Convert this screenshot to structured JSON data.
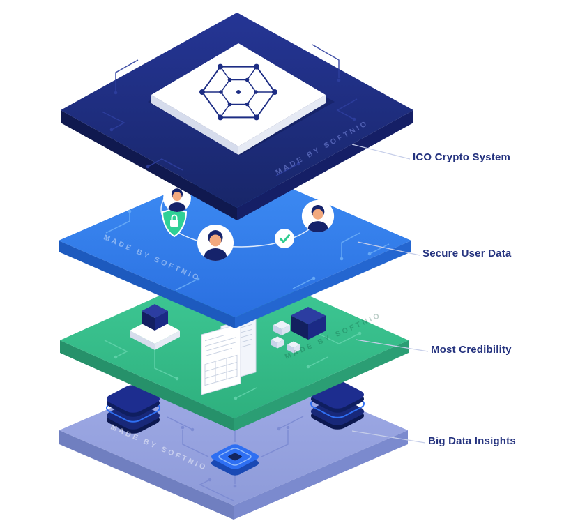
{
  "page": {
    "background": "#ffffff"
  },
  "illustration": {
    "label_color": "#25337f",
    "layers": [
      {
        "id": "ico-crypto-system",
        "label": "ICO Crypto System",
        "watermark": "MADE BY SOFTNIO",
        "color": "#1d2b82",
        "icons": [
          "blockchain-network-icon",
          "white-platform"
        ]
      },
      {
        "id": "secure-user-data",
        "label": "Secure User Data",
        "watermark": "MADE BY SOFTNIO",
        "color": "#2f80ee",
        "icons": [
          "user-avatar-icon",
          "shield-lock-icon",
          "user-avatar-icon",
          "check-icon",
          "user-avatar-icon",
          "orbit-ellipse"
        ]
      },
      {
        "id": "most-credibility",
        "label": "Most Credibility",
        "watermark": "MADE BY SOFTNIO",
        "color": "#35bd8a",
        "icons": [
          "cube-icon",
          "documents-icon",
          "cubes-cluster-icon",
          "white-platform"
        ]
      },
      {
        "id": "big-data-insights",
        "label": "Big Data Insights",
        "watermark": "MADE BY SOFTNIO",
        "color": "#98a5e0",
        "icons": [
          "app-stack-icon",
          "app-stack-icon",
          "cpu-chip-icon"
        ]
      }
    ]
  }
}
